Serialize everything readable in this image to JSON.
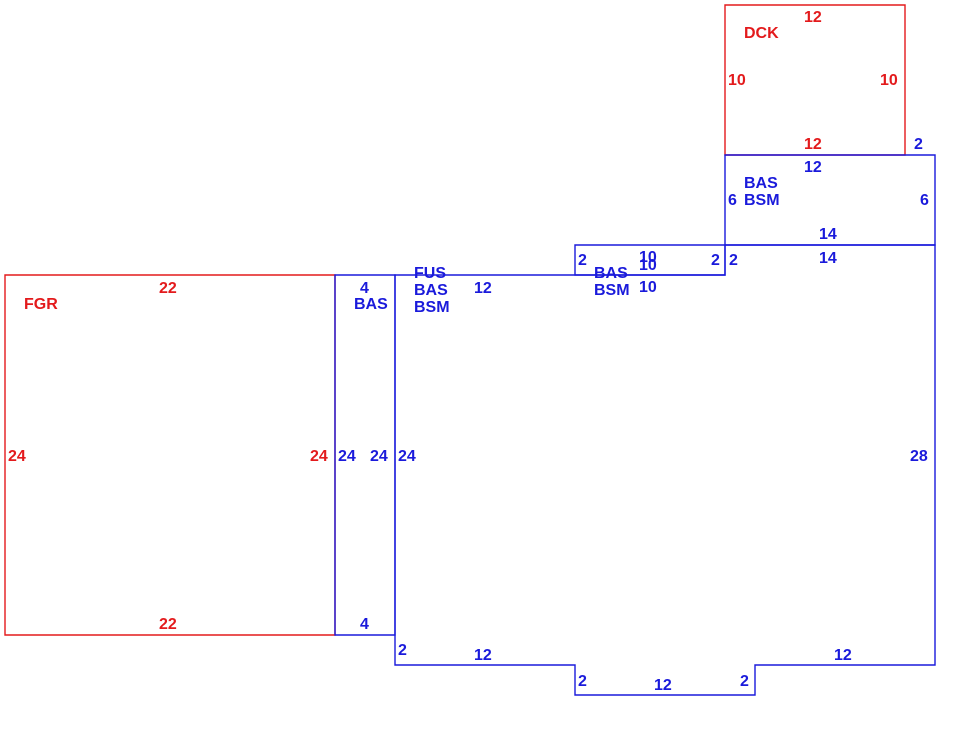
{
  "colors": {
    "outside_area": "#e31a1c",
    "living_area": "#1a1adb",
    "background": "#ffffff"
  },
  "areas": {
    "dck": {
      "code": "DCK",
      "top": "12",
      "left": "10",
      "right": "10",
      "bottom": "12"
    },
    "bas_upper": {
      "code1": "BAS",
      "code2": "BSM",
      "top": "12",
      "left": "6",
      "right": "6",
      "bottom": "14",
      "step_right": "2"
    },
    "fgr": {
      "code": "FGR",
      "top": "22",
      "bottom": "22",
      "left": "24",
      "right": "24"
    },
    "bas_strip": {
      "code": "BAS",
      "top": "4",
      "bottom": "4",
      "left": "24",
      "right": "24"
    },
    "main": {
      "code1": "FUS",
      "code2": "BAS",
      "code3": "BSM",
      "top": "12",
      "left": "24",
      "right": "28",
      "right_top": "14",
      "bottom_left_step": "2",
      "bottom_left": "12",
      "bottom_notch_left": "2",
      "bottom_notch": "12",
      "bottom_notch_right": "2",
      "bottom_right": "12"
    },
    "bay": {
      "code1": "BAS",
      "code2": "BSM",
      "left": "2",
      "top": "10",
      "top_inner": "10",
      "bottom": "10",
      "right": "2",
      "right_outer": "2"
    }
  }
}
